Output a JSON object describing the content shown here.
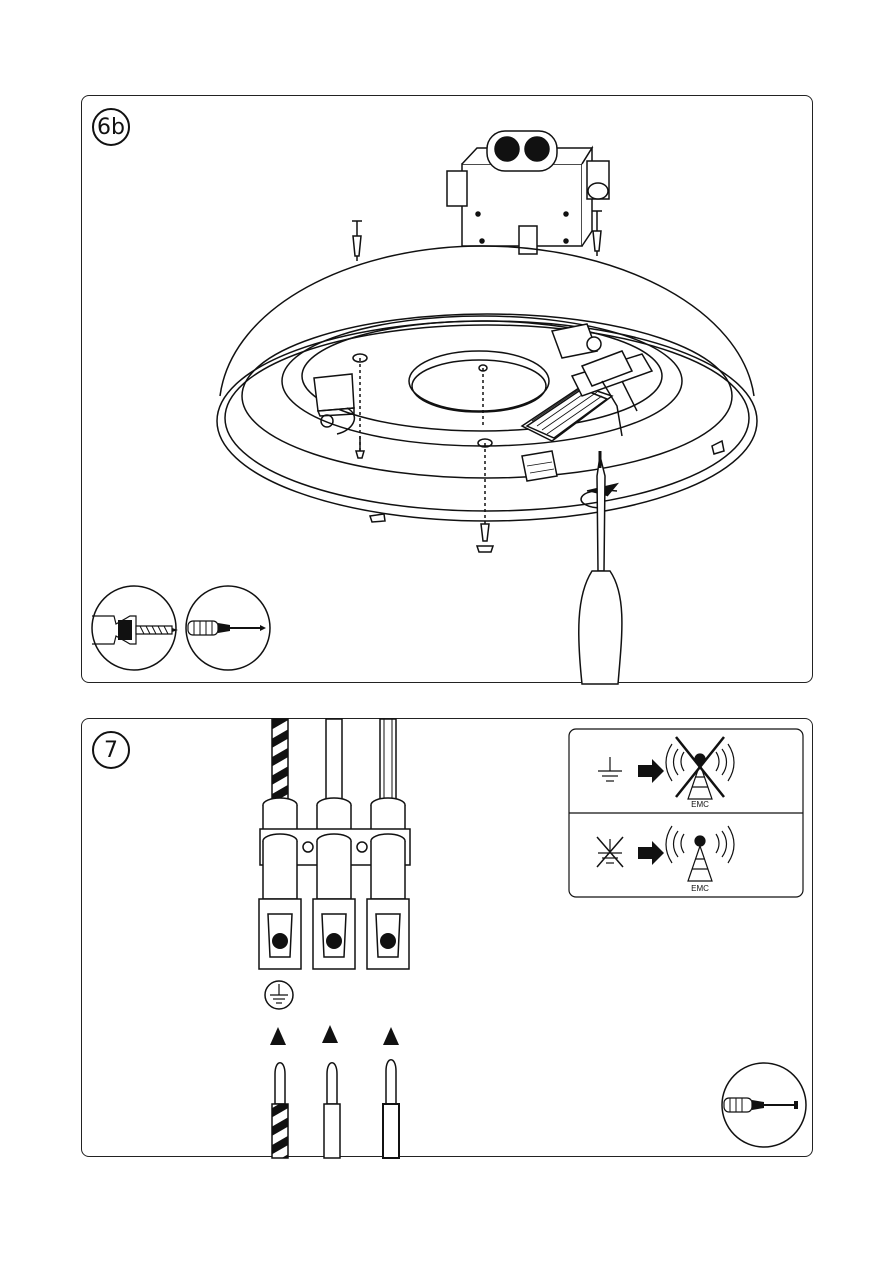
{
  "steps": {
    "step_6b": {
      "label": "6b",
      "tools": [
        "socket-wrench",
        "screwdriver"
      ]
    },
    "step_7": {
      "label": "7",
      "tools": [
        "screwdriver"
      ]
    }
  },
  "emc": {
    "row1": {
      "symbol": "earth-ground",
      "result": "antenna",
      "text": "EMC"
    },
    "row2": {
      "symbol": "earth-ground-crossed",
      "result": "antenna-crossed",
      "text": "EMC"
    }
  },
  "wires": [
    "earth-striped",
    "neutral",
    "live"
  ]
}
